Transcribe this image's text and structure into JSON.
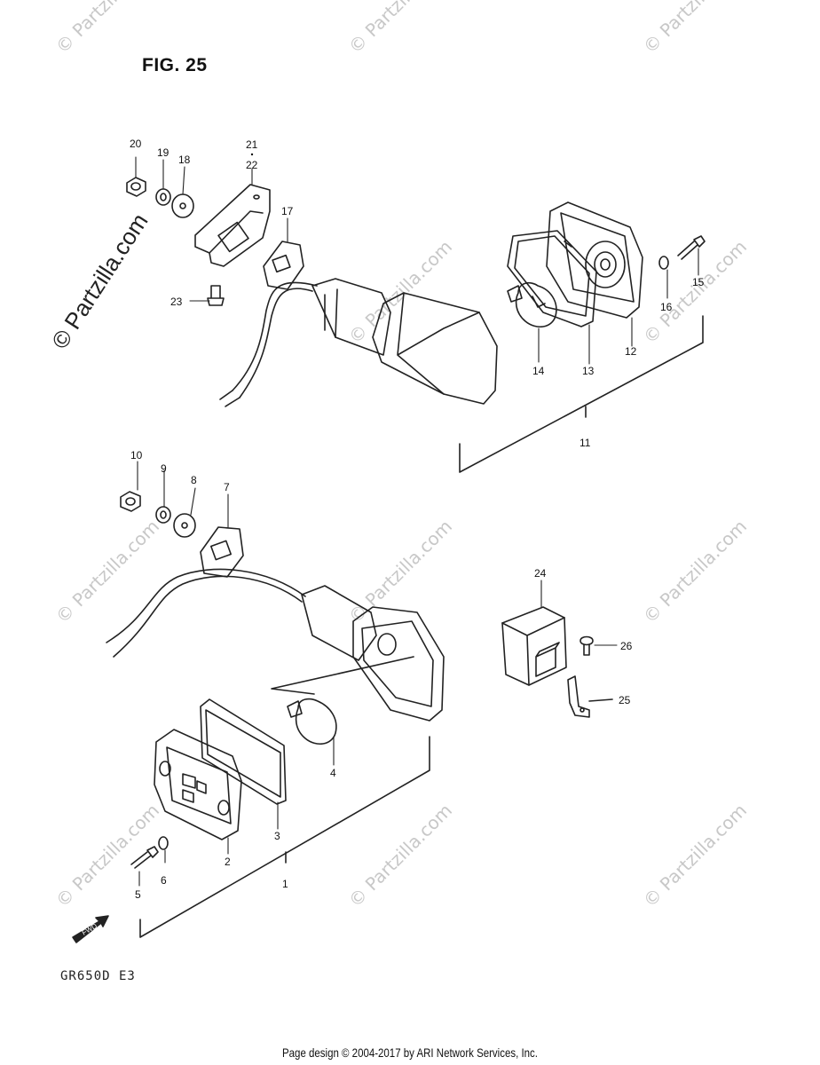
{
  "figure": {
    "title": "FIG. 25",
    "model": "GR650D  E3",
    "fwd_label": "FWD"
  },
  "watermark": {
    "text": "© Partzilla.com",
    "side_text": "© Partzilla.com"
  },
  "footer": {
    "copyright": "Page design © 2004-2017 by ARI Network Services, Inc."
  },
  "callouts": [
    "1",
    "2",
    "3",
    "4",
    "5",
    "6",
    "7",
    "8",
    "9",
    "10",
    "11",
    "12",
    "13",
    "14",
    "15",
    "16",
    "17",
    "18",
    "19",
    "20",
    "21",
    "22",
    "23",
    "24",
    "25",
    "26"
  ]
}
